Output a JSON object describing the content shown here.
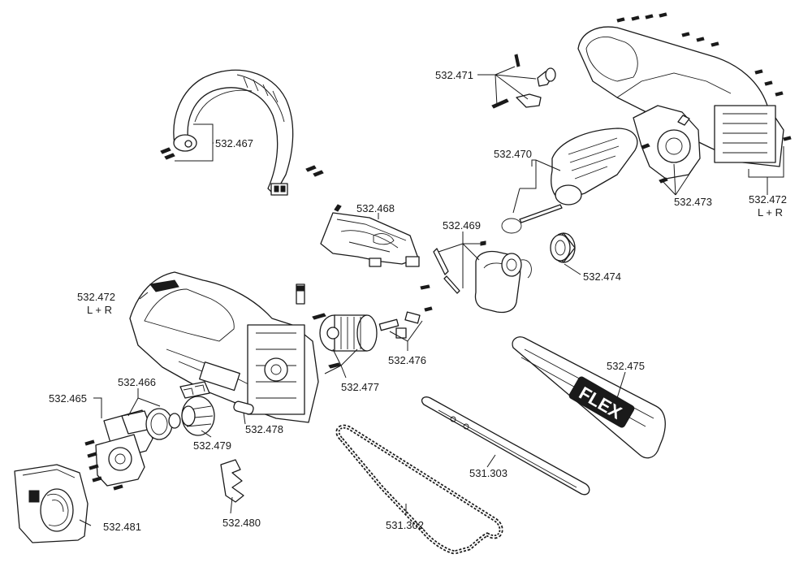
{
  "brand_mark": "FLEX",
  "parts": [
    {
      "id": "p-532-471",
      "number": "532.471"
    },
    {
      "id": "p-532-467",
      "number": "532.467"
    },
    {
      "id": "p-532-470",
      "number": "532.470"
    },
    {
      "id": "p-532-473",
      "number": "532.473"
    },
    {
      "id": "p-532-472-top",
      "number": "532.472",
      "note": "L + R"
    },
    {
      "id": "p-532-468",
      "number": "532.468"
    },
    {
      "id": "p-532-469",
      "number": "532.469"
    },
    {
      "id": "p-532-474",
      "number": "532.474"
    },
    {
      "id": "p-532-472-left",
      "number": "532.472",
      "note": "L + R"
    },
    {
      "id": "p-532-476",
      "number": "532.476"
    },
    {
      "id": "p-532-475",
      "number": "532.475"
    },
    {
      "id": "p-532-477",
      "number": "532.477"
    },
    {
      "id": "p-532-466",
      "number": "532.466"
    },
    {
      "id": "p-532-465",
      "number": "532.465"
    },
    {
      "id": "p-532-478",
      "number": "532.478"
    },
    {
      "id": "p-532-479",
      "number": "532.479"
    },
    {
      "id": "p-531-303",
      "number": "531.303"
    },
    {
      "id": "p-532-480",
      "number": "532.480"
    },
    {
      "id": "p-531-302",
      "number": "531.302"
    },
    {
      "id": "p-532-481",
      "number": "532.481"
    }
  ]
}
